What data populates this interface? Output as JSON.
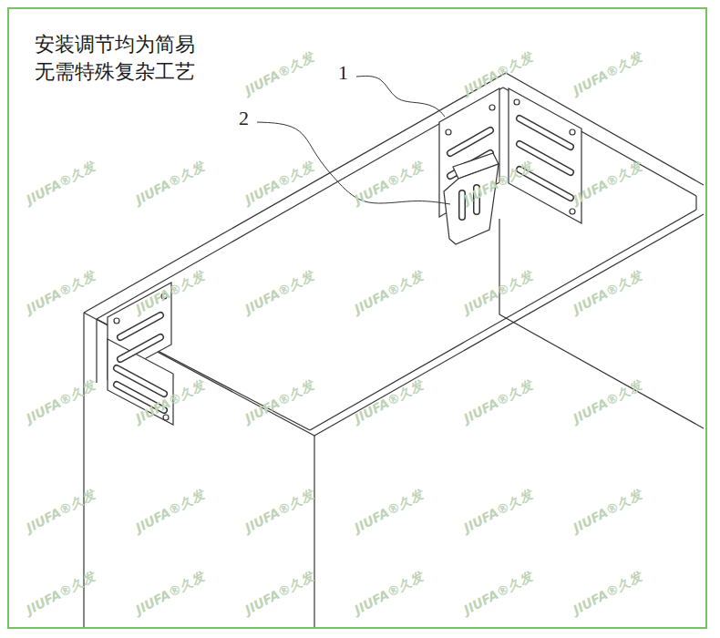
{
  "diagram": {
    "title": "安装调节均为简易 无需特殊复杂工艺",
    "labels": [
      "1",
      "2",
      "JIUFA®久发",
      "JIUFA®久发",
      "JIUFA®久发",
      "JIUFA®久发",
      "JIUFA®久发",
      "JIUFA®久发",
      "JIUFA®久发",
      "JIUFA®久发",
      "JIUFA®久发",
      "JIUFA®久发",
      "JIUFA®久发",
      "JIUFA®久发",
      "JIUFA®久发",
      "JIUFA®久发",
      "JIUFA®久发",
      "JIUFA®久发",
      "JIUFA®久发",
      "JIUFA®久发",
      "JIUFA®久发",
      "JIUFA®久发",
      "JIUFA®久发",
      "JIUFA®久发",
      "JIUFA®久发",
      "JIUFA®久发",
      "JIUFA®久发",
      "JIUFA®久发",
      "JIUFA®久发",
      "JIUFA®久发",
      "JIUFA®久发",
      "JIUFA®久发",
      "JIUFA®久发",
      "JIUFA®久发",
      "JIUFA®久发"
    ]
  }
}
